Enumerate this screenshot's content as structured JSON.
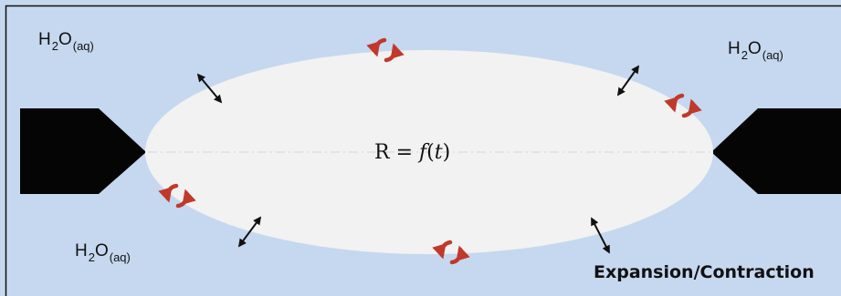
{
  "labels": {
    "water_top_left": {
      "main": "H",
      "sub1": "2",
      "mid": "O",
      "sub2": "(aq)"
    },
    "water_top_right": {
      "main": "H",
      "sub1": "2",
      "mid": "O",
      "sub2": "(aq)"
    },
    "water_bottom_left": {
      "main": "H",
      "sub1": "2",
      "mid": "O",
      "sub2": "(aq)"
    }
  },
  "formula": {
    "lhs": "R",
    "eq": " = ",
    "func": "f",
    "open": "(",
    "var": "t",
    "close": ")"
  },
  "caption": "Expansion/Contraction",
  "colors": {
    "background": "#c6d8ef",
    "frame": "#111111",
    "bubble": "#f2f2f2",
    "electrode": "#050505",
    "double_arrow": "#111111",
    "rotation_arrow": "#c0392b"
  },
  "icons": {
    "rotation": "circular-arrows-icon",
    "expansion": "double-headed-arrow-icon"
  }
}
